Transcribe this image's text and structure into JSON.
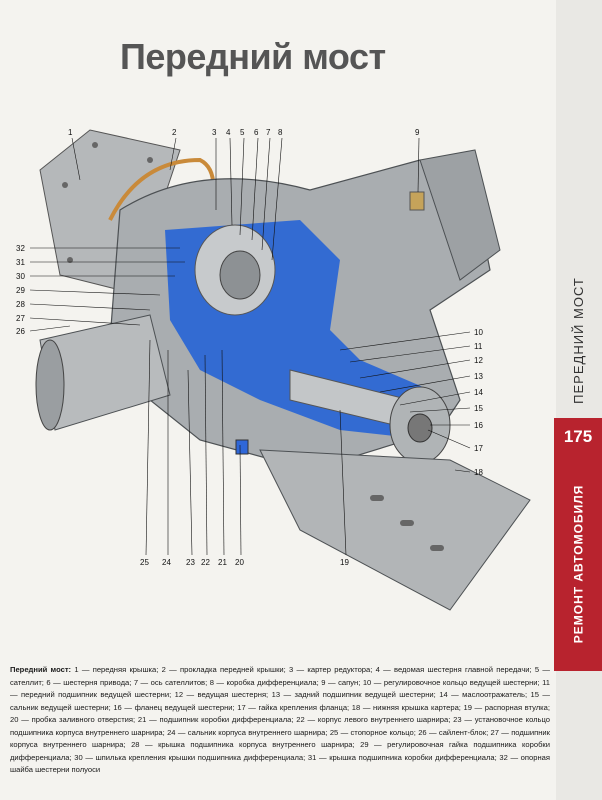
{
  "title": "Передний мост",
  "side_section": "ПЕРЕДНИЙ МОСТ",
  "page_number": "175",
  "side_book": "РЕМОНТ АВТОМОБИЛЯ",
  "callouts": {
    "top": [
      "1",
      "2",
      "3",
      "4",
      "5",
      "6",
      "7",
      "8",
      "9"
    ],
    "left": [
      "32",
      "31",
      "30",
      "29",
      "28",
      "27",
      "26"
    ],
    "right": [
      "10",
      "11",
      "12",
      "13",
      "14",
      "15",
      "16",
      "17",
      "18"
    ],
    "bottom": [
      "25",
      "24",
      "23",
      "22",
      "21",
      "20",
      "19"
    ]
  },
  "caption": {
    "label": "Передний мост:",
    "text": " 1 — передняя крышка; 2 — прокладка передней крышки; 3 — картер редуктора; 4 — ведомая шестерня главной передачи; 5 — сателлит; 6 — шестерня привода; 7 — ось сателлитов; 8 — коробка дифференциала; 9 — сапун; 10 — регулировочное кольцо ведущей шестерни; 11 — передний подшипник ведущей шестерни; 12 — ведущая шестерня; 13 — задний подшипник ведущей шестерни; 14 — маслоотражатель; 15 — сальник ведущей шестерни; 16 — фланец ведущей шестерни; 17 — гайка крепления фланца; 18 — нижняя крышка картера; 19 — распорная втулка; 20 — пробка заливного отверстия; 21 — подшипник коробки дифференциала; 22 — корпус левого внутреннего шарнира; 23 — установочное кольцо подшипника корпуса внутреннего шарнира; 24 — сальник корпуса внутреннего шарнира; 25 — стопорное кольцо; 26 — сайлент-блок; 27 — подшипник корпуса внутреннего шарнира; 28 — крышка подшипника корпуса внутреннего шарнира; 29 — регулировочная гайка подшипника коробки дифференциала; 30 — шпилька крепления крышки подшипника дифференциала; 31 — крышка подшипника коробки дифференциала; 32 — опорная шайба шестерни полуоси"
  },
  "colors": {
    "accent_red": "#b8232e",
    "casting_gray": "#a9adb0",
    "cutaway_blue": "#1f5fd8",
    "gasket_orange": "#c98a3a"
  }
}
